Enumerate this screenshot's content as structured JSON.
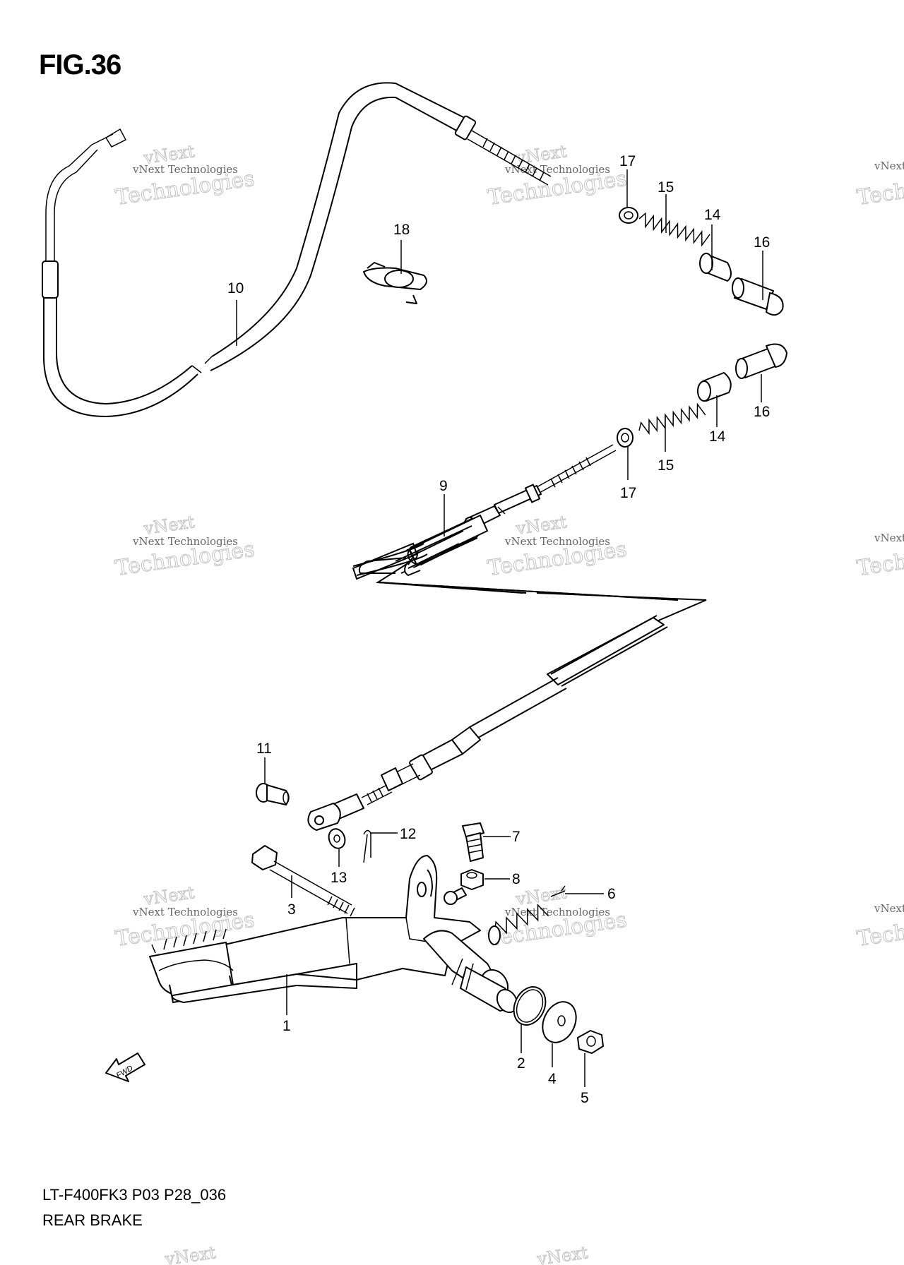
{
  "figure": {
    "title": "FIG.36",
    "model_code": "LT-F400FK3 P03 P28_036",
    "section_title": "REAR BRAKE"
  },
  "direction_marker": {
    "label": "FWD"
  },
  "watermark": {
    "line1": "vNext Technologies",
    "line2": "Technologies",
    "line3": "vNext"
  },
  "callouts": [
    {
      "id": "c1",
      "number": "1"
    },
    {
      "id": "c2",
      "number": "2"
    },
    {
      "id": "c3",
      "number": "3"
    },
    {
      "id": "c4",
      "number": "4"
    },
    {
      "id": "c5",
      "number": "5"
    },
    {
      "id": "c6",
      "number": "6"
    },
    {
      "id": "c7",
      "number": "7"
    },
    {
      "id": "c8",
      "number": "8"
    },
    {
      "id": "c9",
      "number": "9"
    },
    {
      "id": "c10",
      "number": "10"
    },
    {
      "id": "c11",
      "number": "11"
    },
    {
      "id": "c12",
      "number": "12"
    },
    {
      "id": "c13",
      "number": "13"
    },
    {
      "id": "c14a",
      "number": "14"
    },
    {
      "id": "c14b",
      "number": "14"
    },
    {
      "id": "c15a",
      "number": "15"
    },
    {
      "id": "c15b",
      "number": "15"
    },
    {
      "id": "c16a",
      "number": "16"
    },
    {
      "id": "c16b",
      "number": "16"
    },
    {
      "id": "c17a",
      "number": "17"
    },
    {
      "id": "c17b",
      "number": "17"
    },
    {
      "id": "c18",
      "number": "18"
    }
  ]
}
